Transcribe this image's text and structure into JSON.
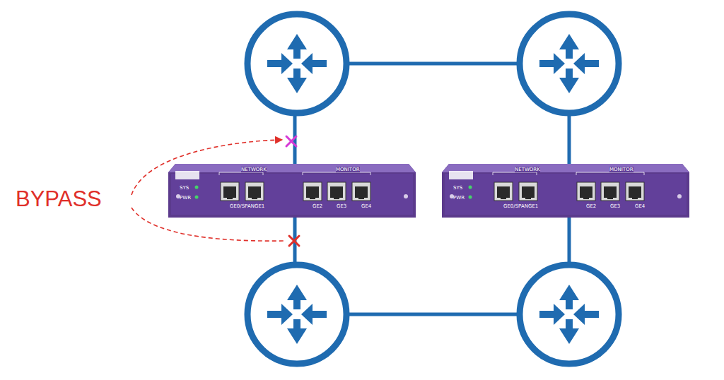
{
  "diagram": {
    "nodes": [
      {
        "text": [
          "NETWORK",
          "MONITOR",
          "SYS",
          "PWR",
          "GE0/SPAN",
          "GE1",
          "GE2",
          "GE3",
          "GE4"
        ]
      },
      {
        "text": [
          "NETWORK",
          "MONITOR",
          "SYS",
          "PWR",
          "GE0/SPAN",
          "GE1",
          "GE2",
          "GE3",
          "GE4"
        ]
      }
    ],
    "labels": [
      "BYPASS"
    ]
  }
}
